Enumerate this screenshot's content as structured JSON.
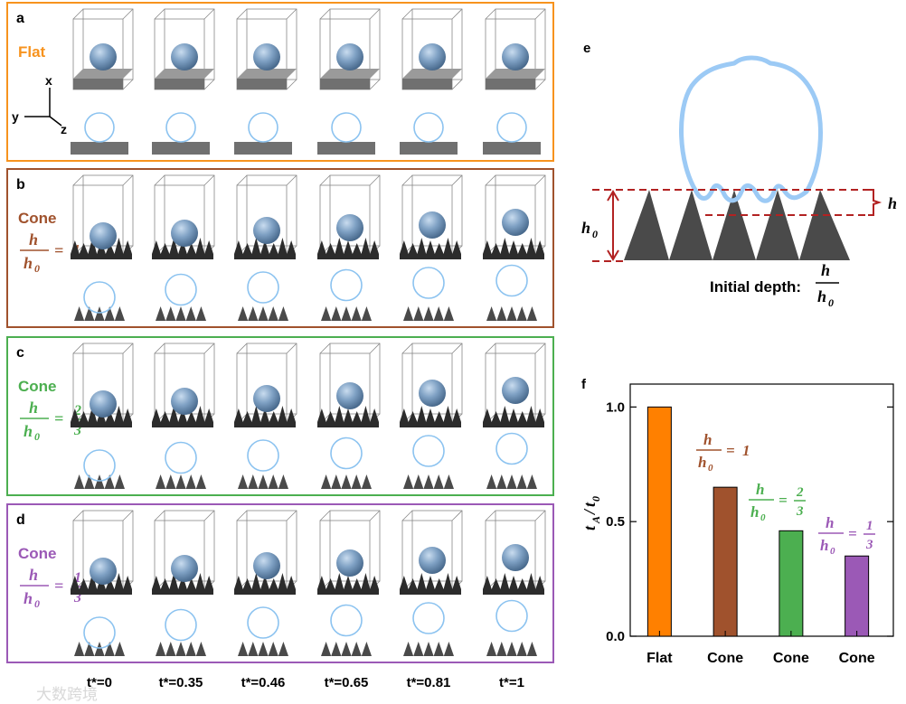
{
  "panels": [
    {
      "letter": "a",
      "label": "Flat",
      "color": "#f7931e",
      "surface": "flat",
      "ratio": null
    },
    {
      "letter": "b",
      "label": "Cone",
      "color": "#a0522d",
      "surface": "cone",
      "ratio": "1"
    },
    {
      "letter": "c",
      "label": "Cone",
      "color": "#4caf50",
      "surface": "cone",
      "ratio": "2/3"
    },
    {
      "letter": "d",
      "label": "Cone",
      "color": "#9b59b6",
      "surface": "cone",
      "ratio": "1/3"
    }
  ],
  "ratio_symbols": {
    "num": "h",
    "den": "h",
    "den_sub": "0",
    "eq": "="
  },
  "axes_triad": {
    "x": "x",
    "y": "y",
    "z": "z"
  },
  "time_labels": [
    "t*=0",
    "t*=0.35",
    "t*=0.46",
    "t*=0.65",
    "t*=0.81",
    "t*=1"
  ],
  "panel_e": {
    "letter": "e",
    "h_label": "h",
    "h0_label": "h",
    "h0_sub": "0",
    "caption": "Initial depth:"
  },
  "watermark": "大数跨境",
  "chart_data": {
    "letter": "f",
    "type": "bar",
    "categories": [
      "Flat",
      "Cone",
      "Cone",
      "Cone"
    ],
    "values": [
      1.0,
      0.65,
      0.46,
      0.35
    ],
    "colors": [
      "#ff8000",
      "#a0522d",
      "#4caf50",
      "#9b59b6"
    ],
    "bar_annotations": [
      "",
      "1",
      "2/3",
      "1/3"
    ],
    "ylabel": "t_A/t_0",
    "ylim": [
      0,
      1.1
    ],
    "yticks": [
      "0.0",
      "0.5",
      "1.0"
    ],
    "ytick_values": [
      0,
      0.5,
      1.0
    ]
  }
}
